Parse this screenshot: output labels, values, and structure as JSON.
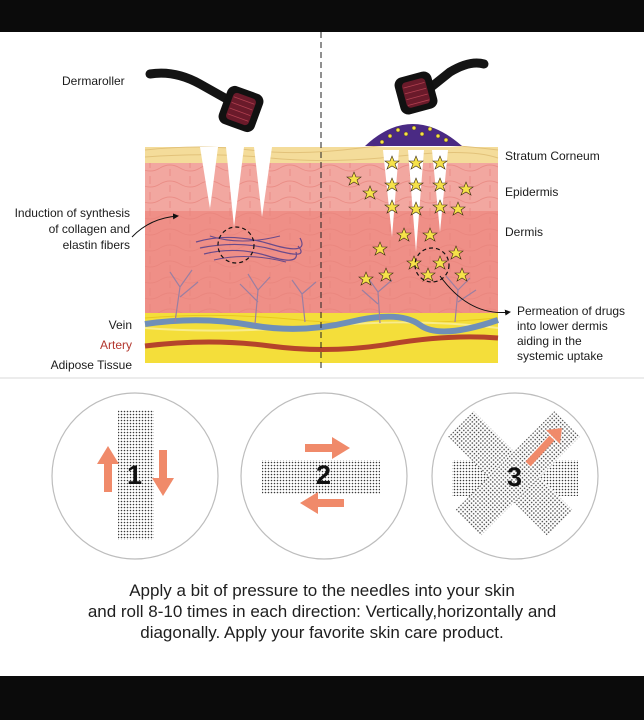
{
  "labels": {
    "dermaroller": "Dermaroller",
    "induction": [
      "Induction of synthesis",
      "of collagen and",
      "elastin fibers"
    ],
    "vein": "Vein",
    "artery": "Artery",
    "adipose": "Adipose Tissue",
    "stratum": "Stratum Corneum",
    "epidermis": "Epidermis",
    "dermis": "Dermis",
    "permeation": [
      "Permeation of drugs",
      "into lower dermis",
      "aiding in the",
      "systemic uptake"
    ]
  },
  "steps": [
    {
      "number": "1",
      "direction": "vertical"
    },
    {
      "number": "2",
      "direction": "horizontal"
    },
    {
      "number": "3",
      "direction": "diagonal"
    }
  ],
  "caption": {
    "line1": "Apply a bit of pressure to the needles into your skin",
    "line2": "and roll 8-10 times in each direction: Vertically,horizontally and",
    "line3": "diagonally. Apply your favorite skin care product."
  },
  "colors": {
    "stratum": "#f4dc9a",
    "epidermis": "#f2a7a0",
    "dermis": "#ef8f87",
    "vein": "#6f8fb8",
    "artery": "#b5442b",
    "adipose": "#f4de3a",
    "arrow": "#f08a6a"
  }
}
